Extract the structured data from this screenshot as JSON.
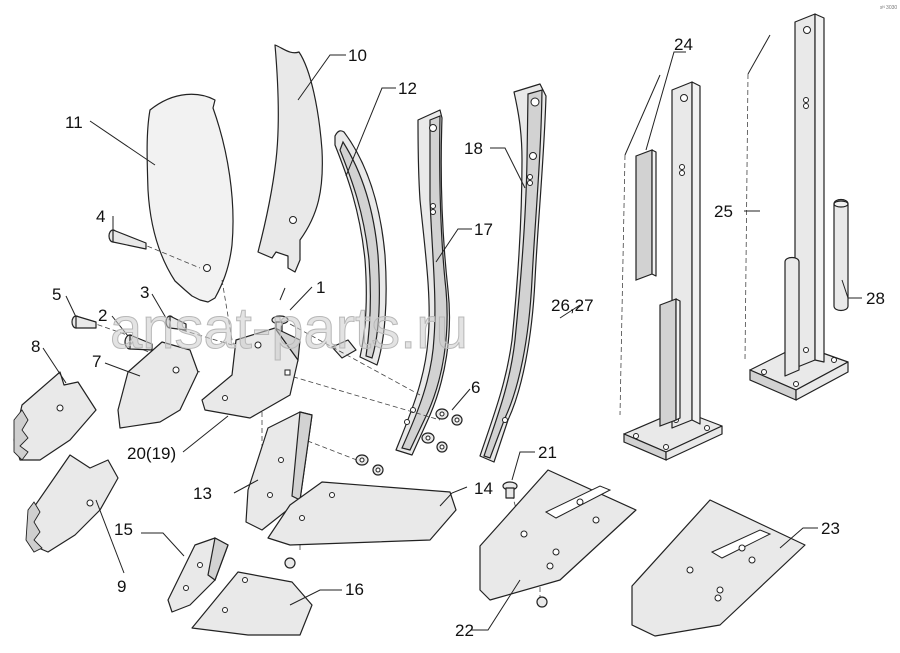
{
  "callouts": {
    "c1": "1",
    "c2": "2",
    "c3": "3",
    "c4": "4",
    "c5": "5",
    "c6": "6",
    "c7": "7",
    "c8": "8",
    "c9": "9",
    "c10": "10",
    "c11": "11",
    "c12": "12",
    "c13": "13",
    "c14": "14",
    "c15": "15",
    "c16": "16",
    "c17": "17",
    "c18": "18",
    "c19": "20(19)",
    "c21": "21",
    "c22": "22",
    "c23": "23",
    "c24": "24",
    "c25": "25",
    "c26": "26,27",
    "c28": "28"
  },
  "watermark": "ansat-parts.ru",
  "corner_mark": "sᴺ 3030",
  "colors": {
    "line": "#222222",
    "fill": "#e9e9e9",
    "watermark": "#cccccc"
  }
}
